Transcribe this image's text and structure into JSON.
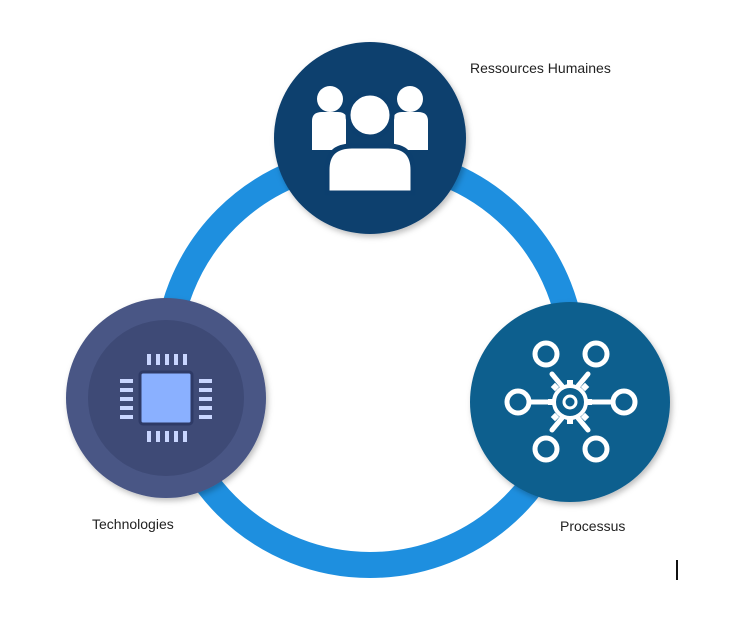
{
  "nodes": {
    "top": {
      "label": "Ressources Humaines",
      "icon": "people-group-icon",
      "color": "#0c3f6e"
    },
    "left": {
      "label": "Technologies",
      "icon": "cpu-chip-icon",
      "color": "#485685"
    },
    "right": {
      "label": "Processus",
      "icon": "gear-network-icon",
      "color": "#0e5e8e"
    }
  },
  "ring_color": "#1e8fdf"
}
